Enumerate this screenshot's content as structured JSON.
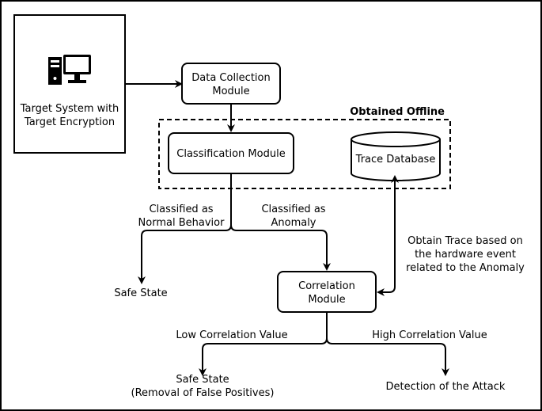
{
  "target_system": {
    "line1": "Target System with",
    "line2": "Target Encryption"
  },
  "data_collection": {
    "line1": "Data Collection",
    "line2": "Module"
  },
  "offline_group": {
    "label": "Obtained Offline"
  },
  "classification": {
    "label": "Classification Module"
  },
  "trace_database": {
    "label": "Trace Database"
  },
  "branch_normal": {
    "line1": "Classified as",
    "line2": "Normal Behavior"
  },
  "branch_anomaly": {
    "line1": "Classified as",
    "line2": "Anomaly"
  },
  "obtain_trace": {
    "line1": "Obtain Trace based on",
    "line2": "the hardware event",
    "line3": "related to the Anomaly"
  },
  "safe_state": {
    "label": "Safe State"
  },
  "correlation": {
    "line1": "Correlation",
    "line2": "Module"
  },
  "low_correlation": {
    "label": "Low Correlation Value"
  },
  "high_correlation": {
    "label": "High Correlation Value"
  },
  "safe_state_fp": {
    "line1": "Safe State",
    "line2": "(Removal of False Positives)"
  },
  "detection": {
    "label": "Detection of the Attack"
  },
  "icons": {
    "computer": "desktop-computer-icon"
  }
}
